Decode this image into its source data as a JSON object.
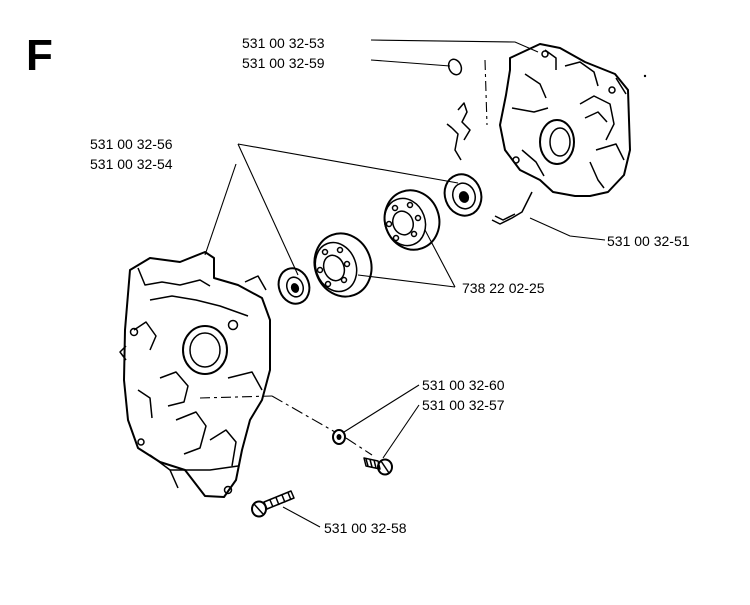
{
  "section_letter": "F",
  "part_numbers": {
    "p1": "531 00 32-53",
    "p2": "531 00 32-59",
    "p3": "531 00 32-56",
    "p4": "531 00 32-54",
    "p5": "531 00 32-51",
    "p6": "738 22 02-25",
    "p7": "531 00 32-60",
    "p8": "531 00 32-57",
    "p9": "531 00 32-58"
  }
}
